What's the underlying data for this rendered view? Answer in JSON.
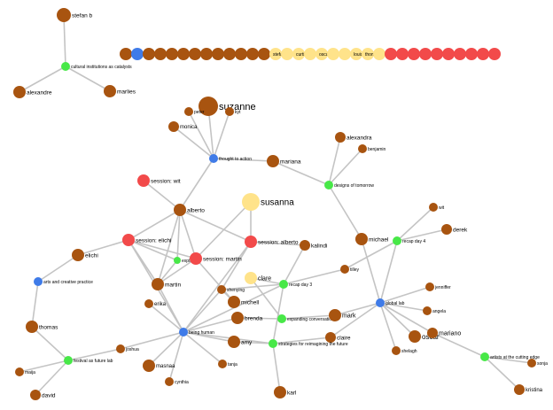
{
  "colors": {
    "person": "#a85410",
    "session": "#f24a4a",
    "topic": "#3f7be8",
    "event": "#48e848",
    "guest": "#ffe38a",
    "edge": "#c4c4c4"
  },
  "nodes": [
    {
      "id": "stefan_b",
      "label": "stefan b",
      "type": "person"
    },
    {
      "id": "cultural_inst",
      "label": "cultural institutions as catalysts",
      "type": "event"
    },
    {
      "id": "alexandre",
      "label": "alexandre",
      "type": "person"
    },
    {
      "id": "marlies",
      "label": "marlies",
      "type": "person"
    },
    {
      "id": "r0",
      "label": "",
      "type": "person"
    },
    {
      "id": "r1",
      "label": "",
      "type": "topic"
    },
    {
      "id": "r2",
      "label": "",
      "type": "person"
    },
    {
      "id": "r3",
      "label": "",
      "type": "person"
    },
    {
      "id": "r4",
      "label": "",
      "type": "person"
    },
    {
      "id": "r5",
      "label": "",
      "type": "person"
    },
    {
      "id": "r6",
      "label": "",
      "type": "person"
    },
    {
      "id": "r7",
      "label": "",
      "type": "person"
    },
    {
      "id": "r8",
      "label": "",
      "type": "person"
    },
    {
      "id": "r9",
      "label": "",
      "type": "person"
    },
    {
      "id": "r10",
      "label": "",
      "type": "person"
    },
    {
      "id": "r11",
      "label": "",
      "type": "person"
    },
    {
      "id": "r12",
      "label": "",
      "type": "person"
    },
    {
      "id": "r13",
      "label": "stefan",
      "type": "guest"
    },
    {
      "id": "r14",
      "label": "",
      "type": "guest"
    },
    {
      "id": "r15",
      "label": "curtis",
      "type": "guest"
    },
    {
      "id": "r16",
      "label": "",
      "type": "guest"
    },
    {
      "id": "r17",
      "label": "oscar",
      "type": "guest"
    },
    {
      "id": "r18",
      "label": "",
      "type": "guest"
    },
    {
      "id": "r19",
      "label": "",
      "type": "guest"
    },
    {
      "id": "r20",
      "label": "louise",
      "type": "guest"
    },
    {
      "id": "r21",
      "label": "thomas",
      "type": "guest"
    },
    {
      "id": "r22",
      "label": "",
      "type": "guest"
    },
    {
      "id": "r23",
      "label": "",
      "type": "session"
    },
    {
      "id": "r24",
      "label": "",
      "type": "session"
    },
    {
      "id": "r25",
      "label": "",
      "type": "session"
    },
    {
      "id": "r26",
      "label": "",
      "type": "session"
    },
    {
      "id": "r27",
      "label": "",
      "type": "session"
    },
    {
      "id": "r28",
      "label": "",
      "type": "session"
    },
    {
      "id": "r29",
      "label": "",
      "type": "session"
    },
    {
      "id": "r30",
      "label": "",
      "type": "session"
    },
    {
      "id": "r31",
      "label": "",
      "type": "session"
    },
    {
      "id": "r32",
      "label": "",
      "type": "session"
    },
    {
      "id": "suzanne",
      "label": "suzanne",
      "type": "person"
    },
    {
      "id": "peter",
      "label": "peter",
      "type": "person"
    },
    {
      "id": "kyt",
      "label": "kyt",
      "type": "person"
    },
    {
      "id": "monica",
      "label": "monica",
      "type": "person"
    },
    {
      "id": "thought_to_action",
      "label": "thought to action",
      "type": "topic"
    },
    {
      "id": "mariana",
      "label": "mariana",
      "type": "person"
    },
    {
      "id": "alexandra",
      "label": "alexandra",
      "type": "person"
    },
    {
      "id": "benjamin",
      "label": "benjamin",
      "type": "person"
    },
    {
      "id": "designs_tomorrow",
      "label": "designs of tomorrow",
      "type": "event"
    },
    {
      "id": "session_wit",
      "label": "session: wit",
      "type": "session"
    },
    {
      "id": "alberto",
      "label": "alberto",
      "type": "person"
    },
    {
      "id": "susanna",
      "label": "susanna",
      "type": "guest"
    },
    {
      "id": "wit",
      "label": "wit",
      "type": "person"
    },
    {
      "id": "derek",
      "label": "derek",
      "type": "person"
    },
    {
      "id": "recap_day4",
      "label": "recap day 4",
      "type": "event"
    },
    {
      "id": "session_elichi",
      "label": "session: elichi",
      "type": "session"
    },
    {
      "id": "session_alberto",
      "label": "session: alberto",
      "type": "session"
    },
    {
      "id": "kalindi",
      "label": "kalindi",
      "type": "person"
    },
    {
      "id": "michael_r",
      "label": "michael",
      "type": "person"
    },
    {
      "id": "elichi",
      "label": "elichi",
      "type": "person"
    },
    {
      "id": "exploring",
      "label": "exploring",
      "type": "event"
    },
    {
      "id": "session_martin",
      "label": "session: martin",
      "type": "session"
    },
    {
      "id": "tilley",
      "label": "tilley",
      "type": "person"
    },
    {
      "id": "arts_creative",
      "label": "arts and creative practice",
      "type": "topic"
    },
    {
      "id": "martin",
      "label": "martin",
      "type": "person"
    },
    {
      "id": "clare",
      "label": "clare",
      "type": "guest"
    },
    {
      "id": "recap_day3",
      "label": "recap day 3",
      "type": "event"
    },
    {
      "id": "shenying",
      "label": "shenying",
      "type": "person"
    },
    {
      "id": "michell",
      "label": "michell",
      "type": "person"
    },
    {
      "id": "global_lab",
      "label": "global lab",
      "type": "topic"
    },
    {
      "id": "jenniffer",
      "label": "jenniffer",
      "type": "person"
    },
    {
      "id": "erika",
      "label": "erika",
      "type": "person"
    },
    {
      "id": "brenda",
      "label": "brenda",
      "type": "person"
    },
    {
      "id": "expanding",
      "label": "expanding conversations",
      "type": "event"
    },
    {
      "id": "mark",
      "label": "mark",
      "type": "person"
    },
    {
      "id": "angela",
      "label": "angela",
      "type": "person"
    },
    {
      "id": "thomas",
      "label": "thomas",
      "type": "person"
    },
    {
      "id": "being_human",
      "label": "being human",
      "type": "topic"
    },
    {
      "id": "amy",
      "label": "amy",
      "type": "person"
    },
    {
      "id": "claire",
      "label": "claire",
      "type": "person"
    },
    {
      "id": "oscar",
      "label": "oscar",
      "type": "person"
    },
    {
      "id": "mariano",
      "label": "mariano",
      "type": "person"
    },
    {
      "id": "joshua",
      "label": "joshua",
      "type": "person"
    },
    {
      "id": "strategies",
      "label": "strategies for reimagining the future",
      "type": "event"
    },
    {
      "id": "shelagh",
      "label": "shelagh",
      "type": "person"
    },
    {
      "id": "artists_edge",
      "label": "artists at the cutting edge",
      "type": "event"
    },
    {
      "id": "sonja",
      "label": "sonja",
      "type": "person"
    },
    {
      "id": "festival",
      "label": "festival as future lab",
      "type": "event"
    },
    {
      "id": "masnaa",
      "label": "masnaa",
      "type": "person"
    },
    {
      "id": "tanja",
      "label": "tanja",
      "type": "person"
    },
    {
      "id": "maija",
      "label": "maija",
      "type": "person"
    },
    {
      "id": "cynthia",
      "label": "cynthia",
      "type": "person"
    },
    {
      "id": "karl",
      "label": "karl",
      "type": "person"
    },
    {
      "id": "kristina",
      "label": "kristina",
      "type": "person"
    },
    {
      "id": "david",
      "label": "david",
      "type": "person"
    }
  ],
  "edges": [
    [
      "stefan_b",
      "cultural_inst"
    ],
    [
      "cultural_inst",
      "alexandre"
    ],
    [
      "cultural_inst",
      "marlies"
    ],
    [
      "thought_to_action",
      "suzanne"
    ],
    [
      "thought_to_action",
      "peter"
    ],
    [
      "thought_to_action",
      "kyt"
    ],
    [
      "thought_to_action",
      "monica"
    ],
    [
      "thought_to_action",
      "mariana"
    ],
    [
      "thought_to_action",
      "alberto"
    ],
    [
      "mariana",
      "designs_tomorrow"
    ],
    [
      "designs_tomorrow",
      "alexandra"
    ],
    [
      "designs_tomorrow",
      "benjamin"
    ],
    [
      "designs_tomorrow",
      "michael_r"
    ],
    [
      "session_wit",
      "alberto"
    ],
    [
      "alberto",
      "session_elichi"
    ],
    [
      "alberto",
      "session_alberto"
    ],
    [
      "alberto",
      "exploring"
    ],
    [
      "alberto",
      "session_martin"
    ],
    [
      "alberto",
      "martin"
    ],
    [
      "susanna",
      "session_alberto"
    ],
    [
      "susanna",
      "session_martin"
    ],
    [
      "session_alberto",
      "kalindi"
    ],
    [
      "session_alberto",
      "being_human"
    ],
    [
      "session_alberto",
      "shenying"
    ],
    [
      "session_elichi",
      "session_martin"
    ],
    [
      "session_elichi",
      "exploring"
    ],
    [
      "session_elichi",
      "martin"
    ],
    [
      "session_elichi",
      "being_human"
    ],
    [
      "session_elichi",
      "elichi"
    ],
    [
      "elichi",
      "arts_creative"
    ],
    [
      "session_martin",
      "martin"
    ],
    [
      "session_martin",
      "michell"
    ],
    [
      "exploring",
      "martin"
    ],
    [
      "recap_day4",
      "wit"
    ],
    [
      "recap_day4",
      "derek"
    ],
    [
      "recap_day4",
      "tilley"
    ],
    [
      "michael_r",
      "global_lab"
    ],
    [
      "tilley",
      "recap_day3"
    ],
    [
      "recap_day3",
      "clare"
    ],
    [
      "recap_day3",
      "shenying"
    ],
    [
      "recap_day3",
      "being_human"
    ],
    [
      "recap_day3",
      "kalindi"
    ],
    [
      "recap_day3",
      "strategies"
    ],
    [
      "clare",
      "expanding"
    ],
    [
      "global_lab",
      "jenniffer"
    ],
    [
      "global_lab",
      "angela"
    ],
    [
      "global_lab",
      "oscar"
    ],
    [
      "global_lab",
      "mariano"
    ],
    [
      "global_lab",
      "shelagh"
    ],
    [
      "global_lab",
      "mark"
    ],
    [
      "global_lab",
      "claire"
    ],
    [
      "global_lab",
      "recap_day4"
    ],
    [
      "mariano",
      "artists_edge"
    ],
    [
      "artists_edge",
      "sonja"
    ],
    [
      "artists_edge",
      "kristina"
    ],
    [
      "arts_creative",
      "thomas"
    ],
    [
      "thomas",
      "festival"
    ],
    [
      "festival",
      "maija"
    ],
    [
      "festival",
      "david"
    ],
    [
      "festival",
      "joshua"
    ],
    [
      "joshua",
      "being_human"
    ],
    [
      "being_human",
      "erika"
    ],
    [
      "being_human",
      "martin"
    ],
    [
      "being_human",
      "masnaa"
    ],
    [
      "being_human",
      "cynthia"
    ],
    [
      "being_human",
      "tanja"
    ],
    [
      "being_human",
      "amy"
    ],
    [
      "being_human",
      "brenda"
    ],
    [
      "being_human",
      "shenying"
    ],
    [
      "being_human",
      "strategies"
    ],
    [
      "brenda",
      "expanding"
    ],
    [
      "expanding",
      "mark"
    ],
    [
      "strategies",
      "claire"
    ],
    [
      "strategies",
      "karl"
    ],
    [
      "strategies",
      "amy"
    ],
    [
      "michell",
      "shenying"
    ]
  ]
}
